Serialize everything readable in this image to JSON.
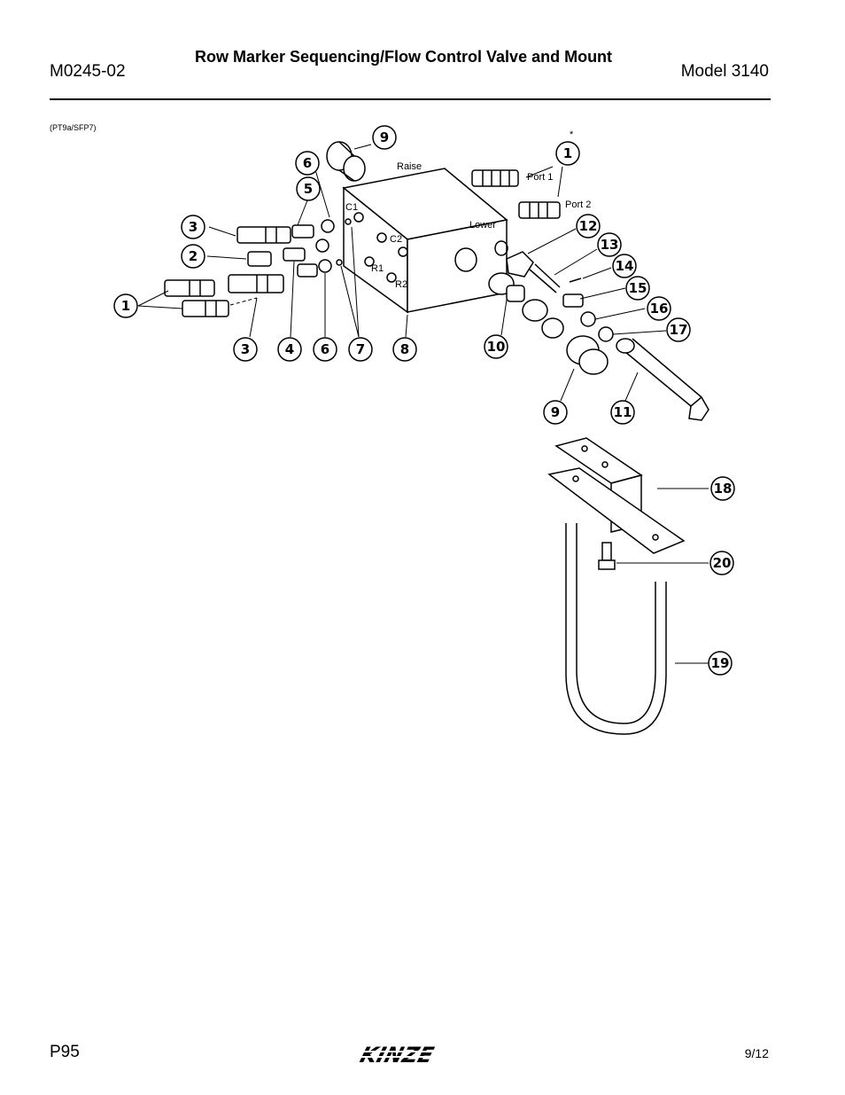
{
  "header": {
    "doc_number": "M0245-02",
    "title": "Row Marker Sequencing/Flow Control Valve and Mount",
    "model": "Model 3140"
  },
  "figure_ref": "(PT9a/SFP7)",
  "valve_labels": {
    "raise": "Raise",
    "lower": "Lower",
    "port1": "Port 1",
    "port2": "Port 2",
    "c1": "C1",
    "c2": "C2",
    "r1": "R1",
    "r2": "R2",
    "asterisk": "*"
  },
  "callouts": [
    "1",
    "1",
    "2",
    "3",
    "3",
    "4",
    "5",
    "6",
    "6",
    "7",
    "8",
    "9",
    "9",
    "10",
    "11",
    "12",
    "13",
    "14",
    "15",
    "16",
    "17",
    "18",
    "19",
    "20"
  ],
  "footer": {
    "page": "P95",
    "brand": "KINZE",
    "date": "9/12"
  }
}
